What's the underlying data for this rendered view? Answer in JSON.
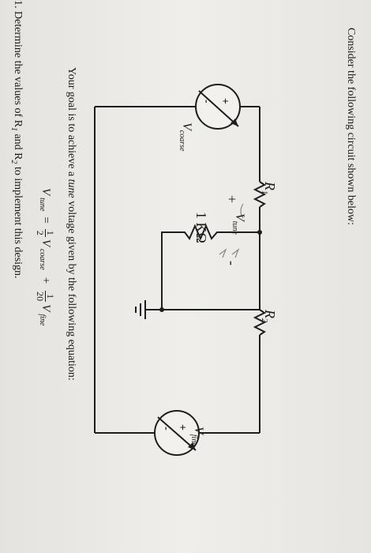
{
  "intro": "Consider the following circuit shown below:",
  "labels": {
    "r1": "R",
    "r1_sub": "1",
    "r2": "R",
    "r2_sub": "2",
    "v_tune": "V",
    "v_tune_sub": "tune",
    "v_coarse": "V",
    "v_coarse_sub": "coarse",
    "v_fine": "V",
    "v_fine_sub": "fine",
    "resistor_value": "1 KΩ",
    "plus": "+",
    "minus": "-",
    "src_plus": "+",
    "src_minus": "-"
  },
  "goal": {
    "before": "Your goal is to achieve a ",
    "italic": "tune",
    "after": " voltage given by the following equation:"
  },
  "equation": {
    "lhs": "V",
    "lhs_sub": "tune",
    "eq": "=",
    "f1_num": "1",
    "f1_den": "2",
    "v1": "V",
    "v1_sub": "coarse",
    "plus": "+",
    "f2_num": "1",
    "f2_den": "20",
    "v2": "V",
    "v2_sub": "fine"
  },
  "question": {
    "text": "1. Determine the values of R",
    "s1": "1",
    "mid": " and R",
    "s2": "2",
    "end": " to implement this design."
  }
}
